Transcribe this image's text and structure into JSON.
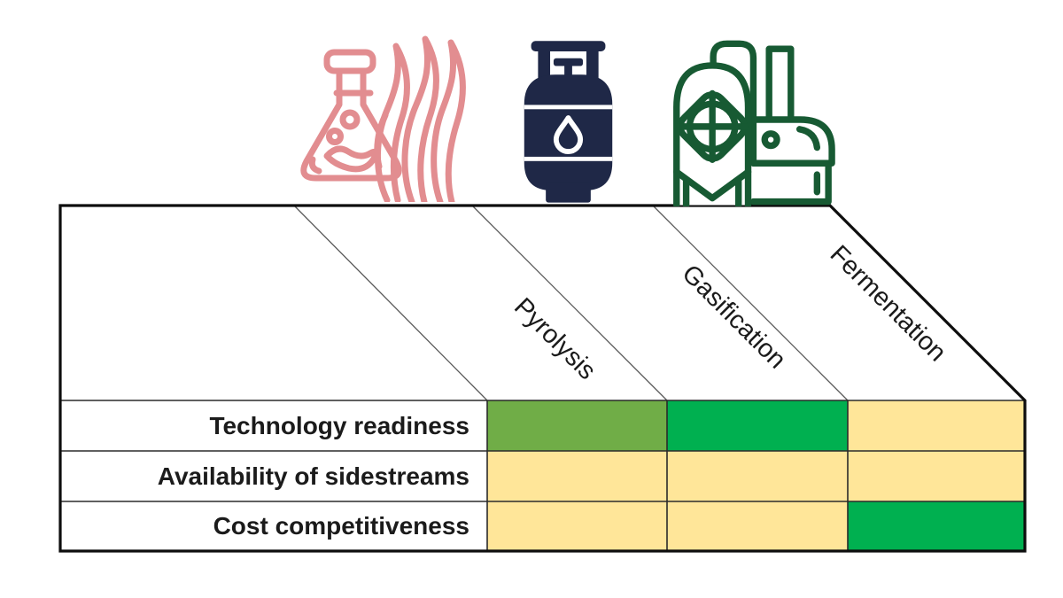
{
  "matrix": {
    "columns": [
      {
        "id": "pyrolysis",
        "label": "Pyrolysis",
        "icon": "pyrolysis-flask-flames-icon",
        "icon_color": "#e28d90"
      },
      {
        "id": "gasification",
        "label": "Gasification",
        "icon": "gasification-gas-cylinder-icon",
        "icon_color": "#1f2847"
      },
      {
        "id": "fermentation",
        "label": "Fermentation",
        "icon": "fermentation-tank-icon",
        "icon_color": "#175a33"
      }
    ],
    "rows": [
      {
        "label": "Technology readiness",
        "cells": [
          {
            "color": "#70ad47",
            "tone": "light-green"
          },
          {
            "color": "#00b050",
            "tone": "green"
          },
          {
            "color": "#ffe699",
            "tone": "yellow"
          }
        ]
      },
      {
        "label": "Availability of sidestreams",
        "cells": [
          {
            "color": "#ffe699",
            "tone": "yellow"
          },
          {
            "color": "#ffe699",
            "tone": "yellow"
          },
          {
            "color": "#ffe699",
            "tone": "yellow"
          }
        ]
      },
      {
        "label": "Cost competitiveness",
        "cells": [
          {
            "color": "#ffe699",
            "tone": "yellow"
          },
          {
            "color": "#ffe699",
            "tone": "yellow"
          },
          {
            "color": "#00b050",
            "tone": "green"
          }
        ]
      }
    ],
    "palette": {
      "light_green": "#70ad47",
      "green": "#00b050",
      "yellow": "#ffe699",
      "border": "#0d0d0d",
      "grid_line": "#2b2b2b",
      "diagonal_line": "#595959",
      "text": "#1b1b1b",
      "background": "#ffffff"
    }
  }
}
